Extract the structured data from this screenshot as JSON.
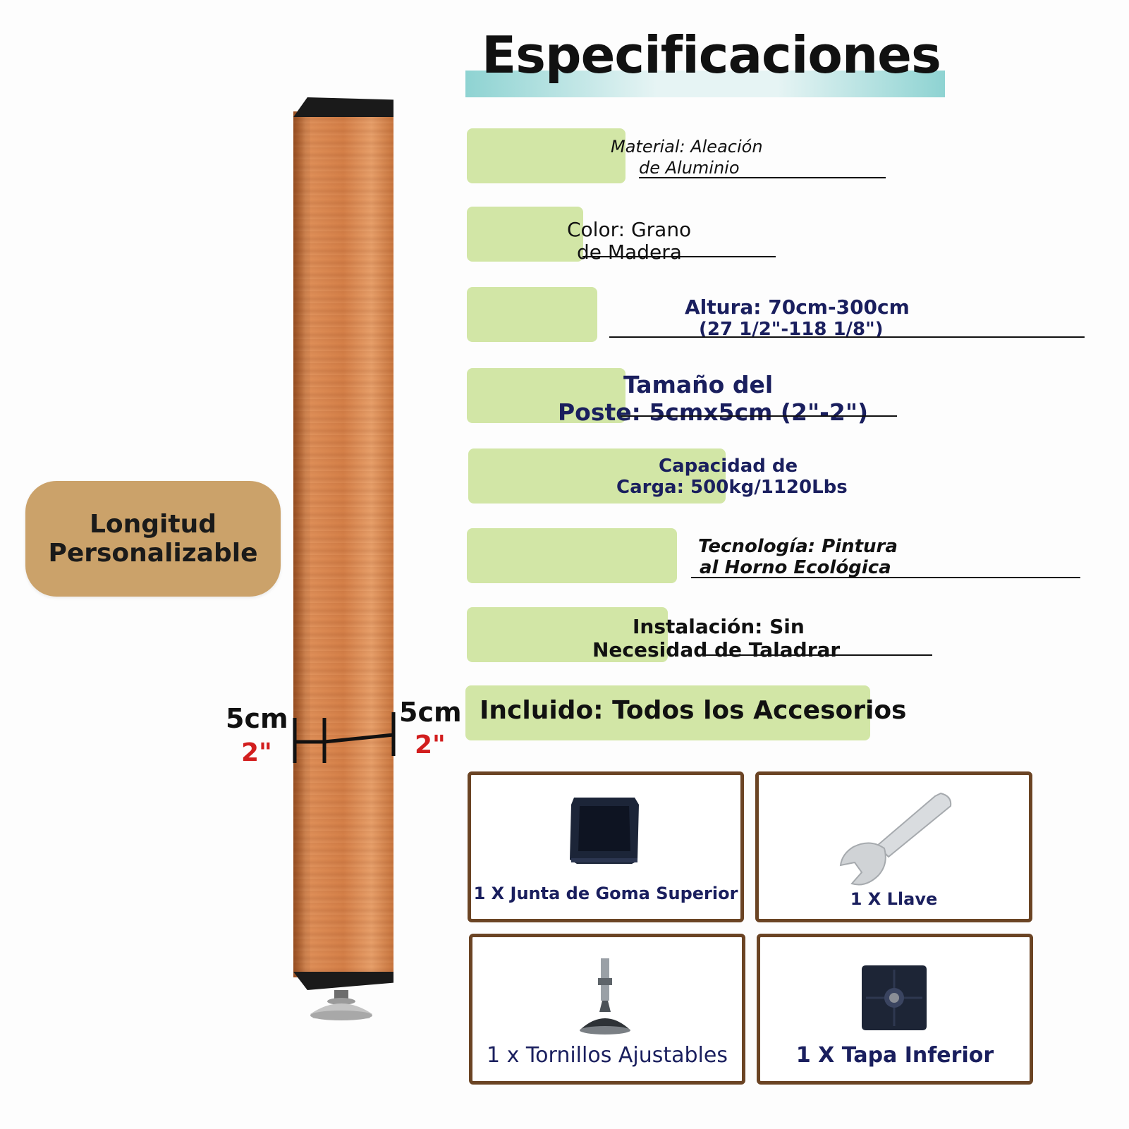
{
  "title": "Especificaciones",
  "specs": {
    "material": {
      "line1": "Material: Aleación",
      "line2": "de Aluminio"
    },
    "color": {
      "line1": "Color: Grano",
      "line2": "de Madera"
    },
    "altura": {
      "line1": "Altura: 70cm-300cm",
      "line2": "(27 1/2\"-118 1/8\")"
    },
    "tamano": {
      "line1": "Tamaño del",
      "line2": "Poste: 5cmx5cm (2\"-2\")"
    },
    "capacidad": {
      "line1": "Capacidad de",
      "line2": "Carga: 500kg/1120Lbs"
    },
    "tecnologia": {
      "line1": "Tecnología: Pintura",
      "line2": "al Horno Ecológica"
    },
    "instalacion": {
      "line1": "Instalación: Sin",
      "line2": "Necesidad de Taladrar"
    },
    "incluido": "Incluido: Todos los Accesorios"
  },
  "pill": {
    "line1": "Longitud",
    "line2": "Personalizable"
  },
  "dimensions": {
    "left_cm": "5cm",
    "left_in": "2\"",
    "right_cm": "5cm",
    "right_in": "2\""
  },
  "accessories": {
    "top_gasket": "1 X Junta de Goma Superior",
    "wrench": "1 X Llave",
    "screws": "1 x Tornillos Ajustables",
    "bottom_cap": "1 X Tapa Inferior"
  },
  "colors": {
    "spec_bg": "#d2e6a6",
    "title_band": "#8ed3d2",
    "pill": "#cba26a",
    "accent_red": "#d21e1e",
    "navy_text": "#1a1f5e",
    "box_border": "#6b4424"
  }
}
